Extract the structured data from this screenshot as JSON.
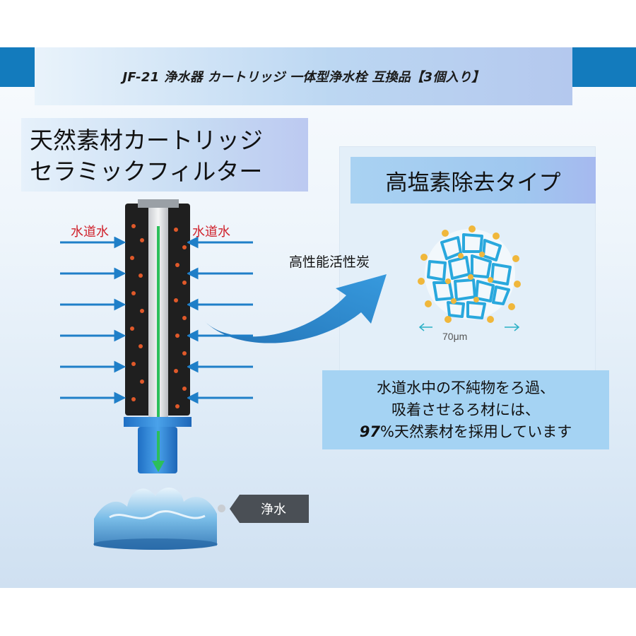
{
  "header": {
    "title": "JF-21 浄水器 カートリッジ 一体型浄水栓 互換品【3個入り】"
  },
  "feature": {
    "line1": "天然素材カートリッジ",
    "line2": "セラミックフィルター"
  },
  "type_badge": {
    "label": "高塩素除去タイプ"
  },
  "diagram": {
    "water_in_left": "水道水",
    "water_in_right": "水道水",
    "carbon_label": "高性能活性炭",
    "micron_label": "70μm",
    "output_label": "浄水"
  },
  "description": {
    "line1": "水道水中の不純物をろ過、",
    "line2": "吸着させるろ材には、",
    "line3_pct": "97",
    "line3_rest": "%天然素材を採用しています"
  },
  "colors": {
    "accent_blue": "#137bbd",
    "arrow_blue": "#1f7fc8",
    "label_red": "#d0232d",
    "dot_orange": "#e0592a",
    "particle_gold": "#f0b73b",
    "particle_blue": "#29a8dd"
  }
}
